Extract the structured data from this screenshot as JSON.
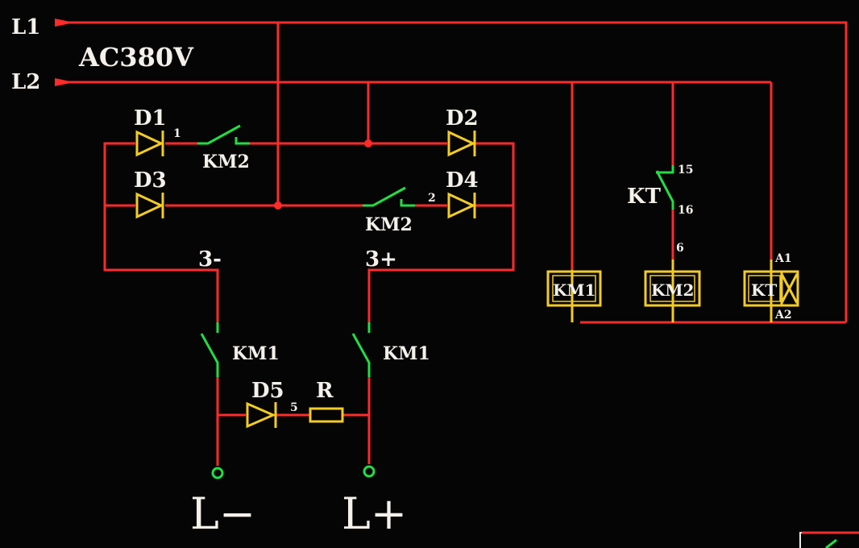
{
  "supply": {
    "l1": "L1",
    "l2": "L2",
    "voltage": "AC380V"
  },
  "bridge": {
    "d1": "D1",
    "d2": "D2",
    "d3": "D3",
    "d4": "D4",
    "node1": "1",
    "node2": "2",
    "km2_top": "KM2",
    "km2_bottom": "KM2",
    "minus": "3-",
    "plus": "3+"
  },
  "output": {
    "km1_left": "KM1",
    "km1_right": "KM1",
    "d5": "D5",
    "node5": "5",
    "r": "R",
    "l_minus": "L−",
    "l_plus": "L+"
  },
  "control": {
    "kt_contact": "KT",
    "pin15": "15",
    "pin16": "16",
    "node6": "6",
    "coil_km1": "KM1",
    "coil_km2": "KM2",
    "coil_kt": "KT",
    "a1": "A1",
    "a2": "A2"
  },
  "colors": {
    "wire": "#ff2a2a",
    "contact": "#22dd44",
    "component": "#f2cc22",
    "text": "#f4f0ea",
    "background": "#050505"
  }
}
